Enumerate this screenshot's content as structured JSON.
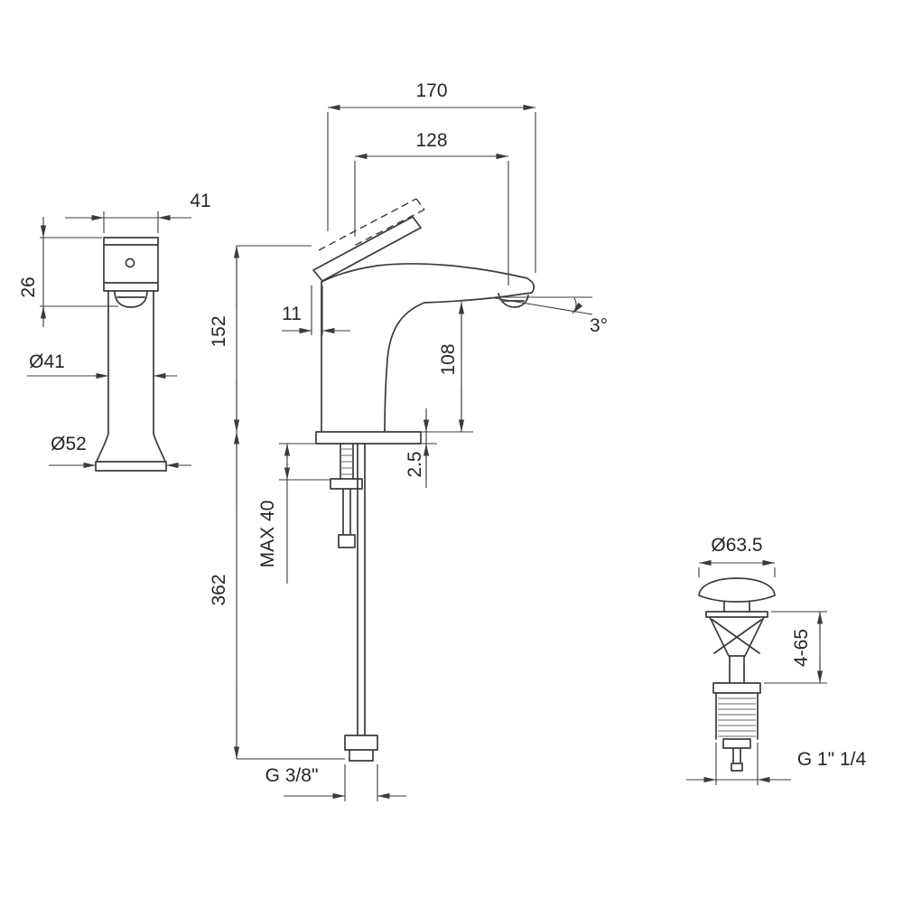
{
  "drawing": {
    "product": "single-lever basin mixer with pop-up waste technical drawing",
    "units": "mm",
    "side": {
      "head_width": "41",
      "head_height": "26",
      "body_diameter": "Ø41",
      "base_diameter": "Ø52"
    },
    "front": {
      "overall_depth": "170",
      "spout_reach": "128",
      "body_height": "152",
      "edge_offset": "11",
      "spout_outlet_height": "108",
      "spout_angle": "3°",
      "base_plate_thickness": "2.5",
      "max_deck_thickness": "MAX 40",
      "hose_length": "362",
      "inlet_thread": "G 3/8\""
    },
    "waste": {
      "cap_diameter": "Ø63.5",
      "height_adjustment": "4-65",
      "outlet_thread": "G 1\" 1/4"
    }
  }
}
